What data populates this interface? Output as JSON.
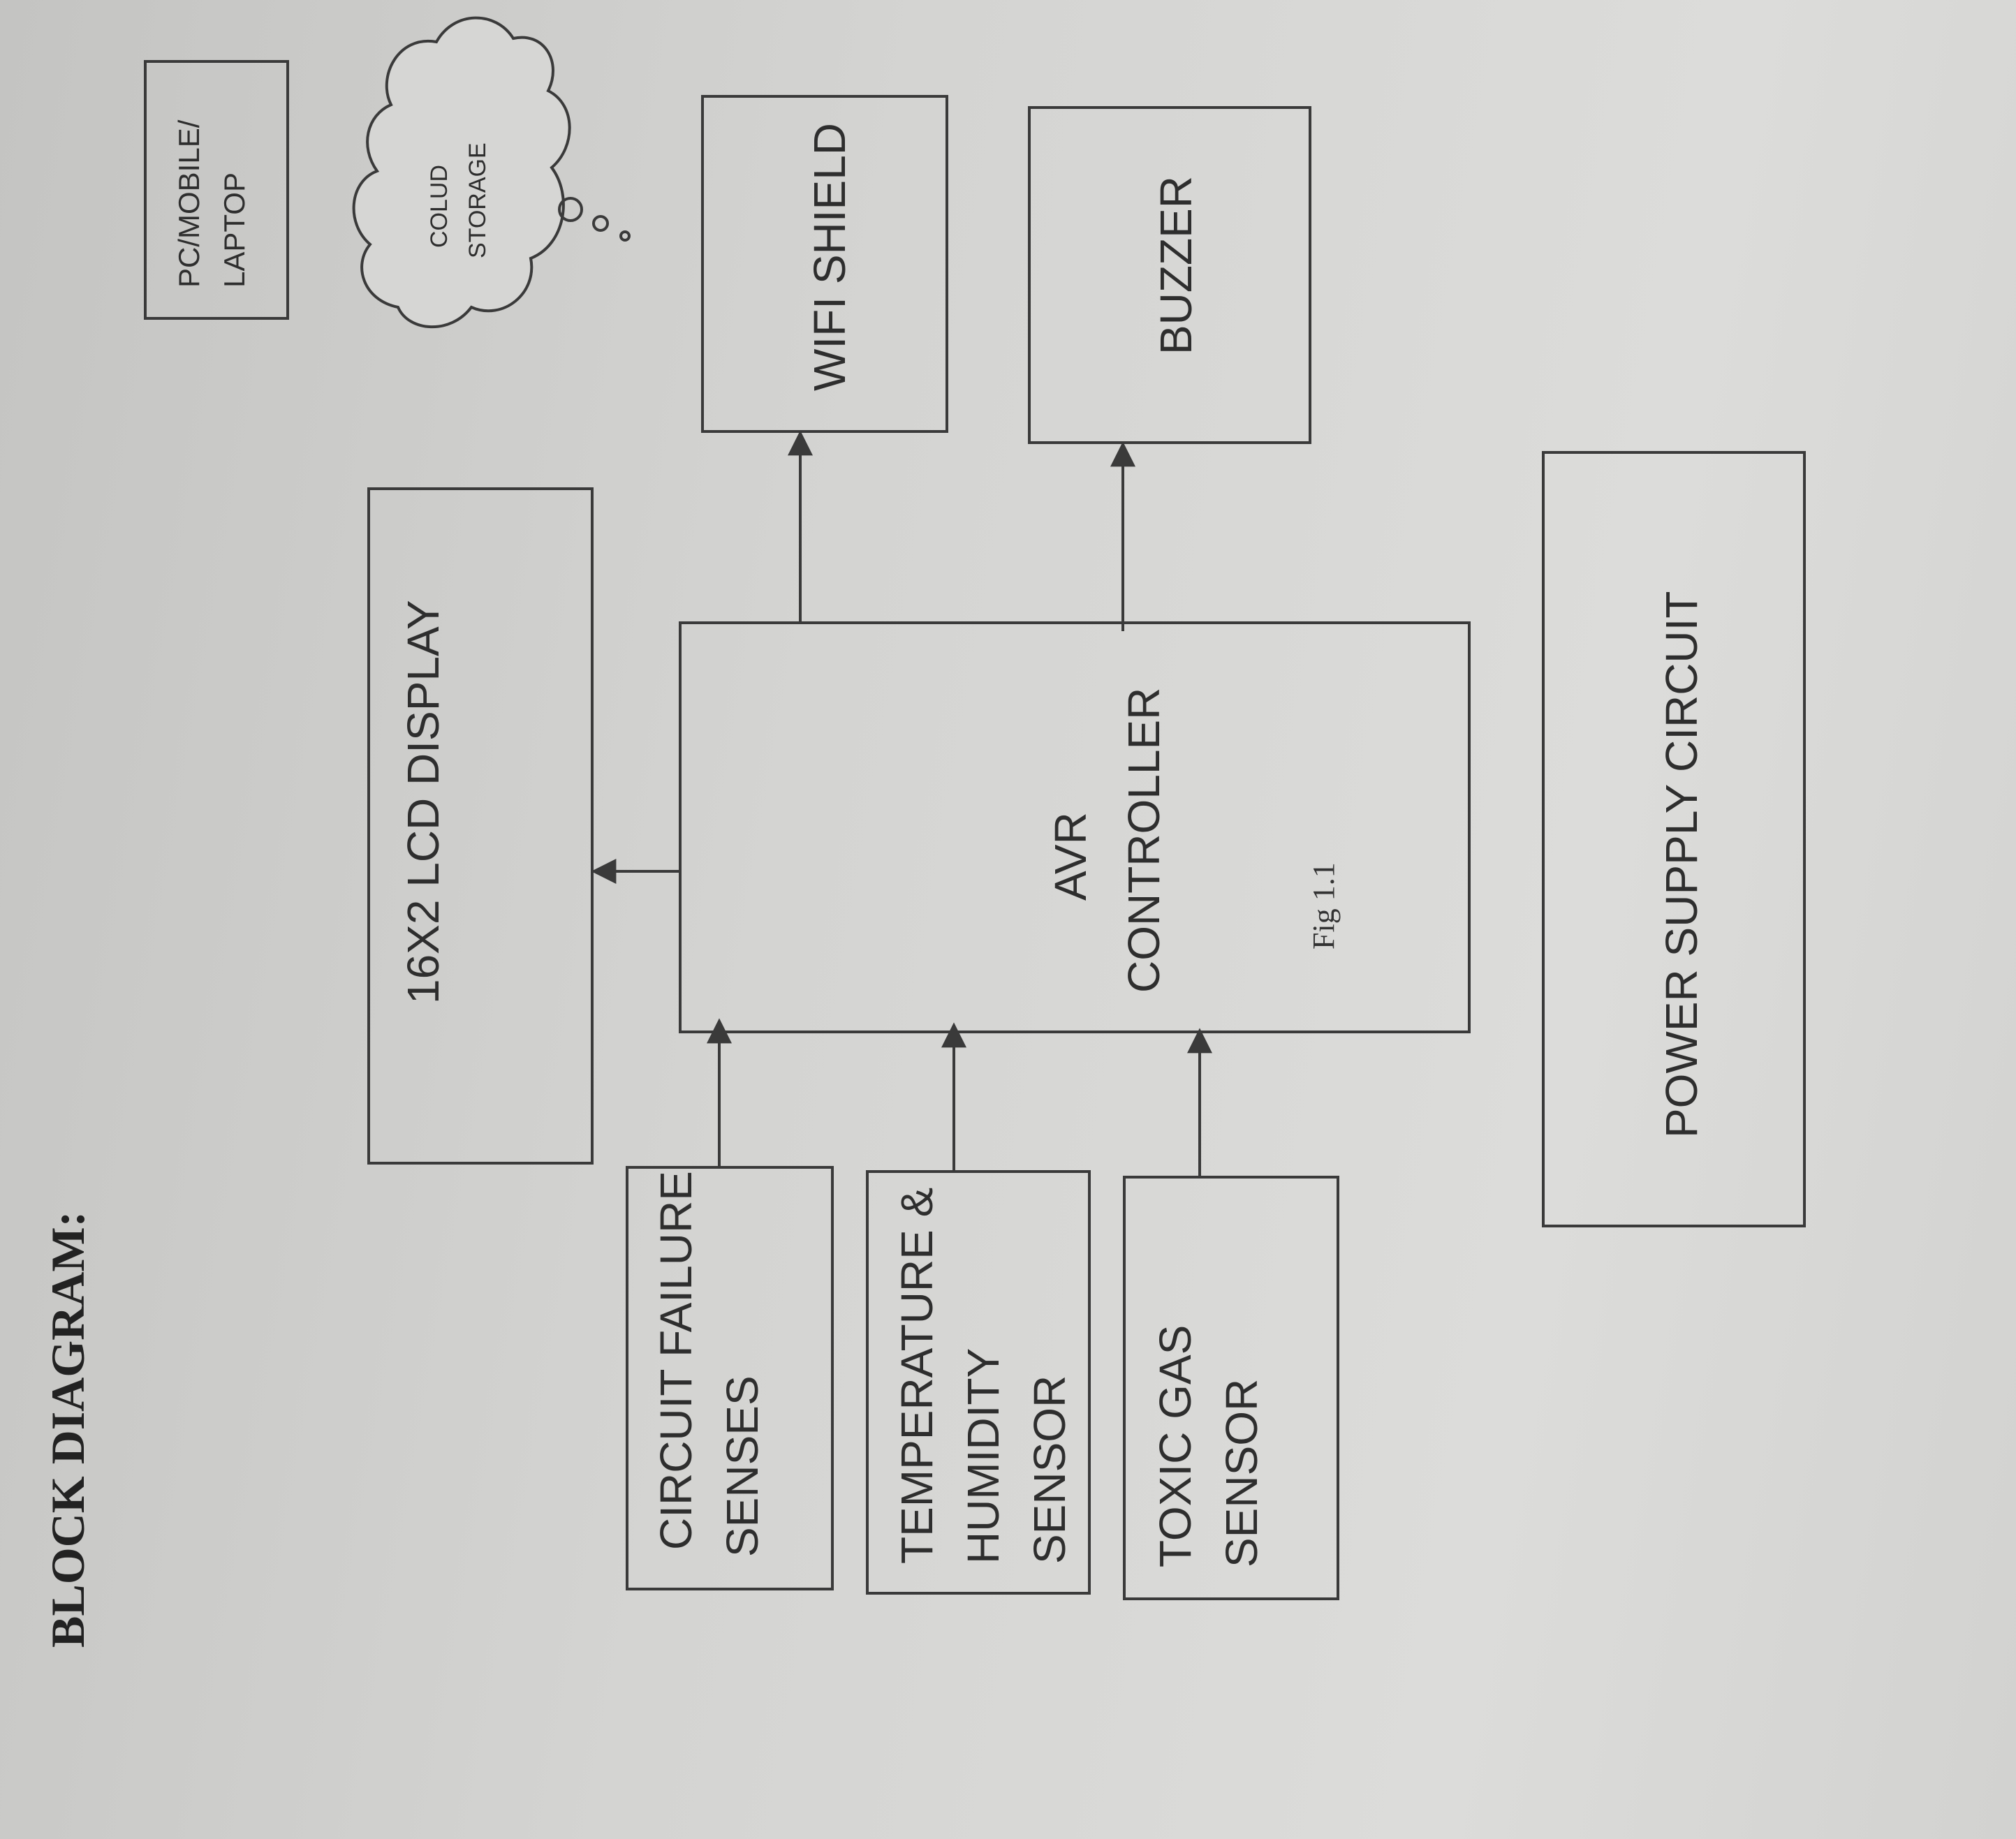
{
  "heading": "BLOCK DIAGRAM:",
  "blocks": {
    "pc": [
      "PC/MOBILE/",
      "LAPTOP"
    ],
    "cloud": [
      "COLUD",
      "STORAGE"
    ],
    "wifi": [
      "WIFI SHIELD"
    ],
    "buzzer": [
      "BUZZER"
    ],
    "lcd": [
      "16X2 LCD DISPLAY"
    ],
    "avr": [
      "AVR",
      "CONTROLLER"
    ],
    "power": [
      "POWER SUPPLY CIRCUIT"
    ],
    "circuit": [
      "CIRCUIT FAILURE",
      "SENSES"
    ],
    "temp": [
      "TEMPERATURE &",
      "HUMIDITY",
      "SENSOR"
    ],
    "toxic": [
      "TOXIC GAS",
      "SENSOR"
    ]
  },
  "caption": "Fig 1.1"
}
